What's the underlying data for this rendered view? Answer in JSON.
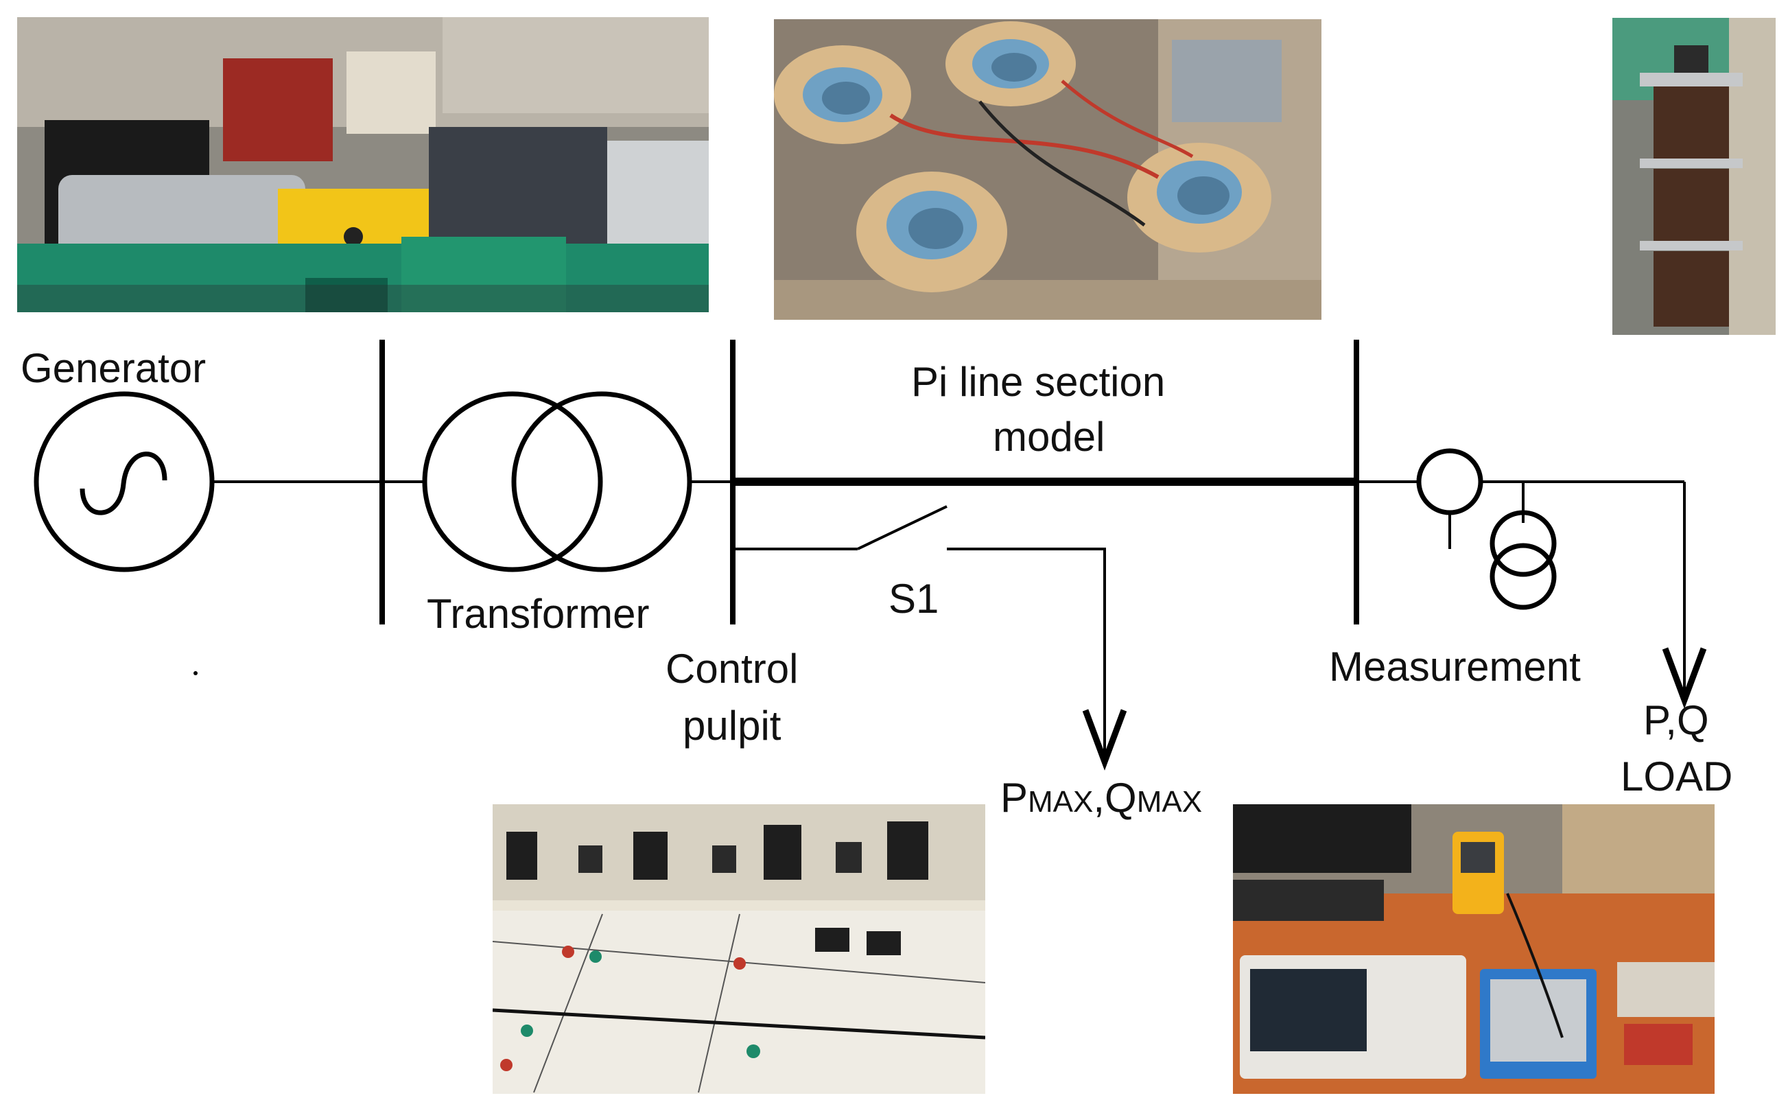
{
  "labels": {
    "generator": "Generator",
    "transformer": "Transformer",
    "control_line1": "Control",
    "control_line2": "pulpit",
    "pi_line1": "Pi line section",
    "pi_line2": "model",
    "switch": "S1",
    "measurement": "Measurement",
    "pmax_p": "P",
    "pmax_sub": "MAX",
    "pmax_sep": ",Q",
    "qmax_sub": "MAX",
    "load_line1": "P,Q",
    "load_line2": "LOAD"
  },
  "photos": {
    "generator": "generator-photo",
    "pi_line": "pi-line-inductors-photo",
    "load": "load-reactor-photo",
    "control": "control-pulpit-photo",
    "measurement": "measurement-equipment-photo"
  },
  "colors": {
    "line": "#000000",
    "motor_green": "#1e8a6a",
    "coupling_yellow": "#f2c518",
    "toroid_tan": "#d9b98a",
    "core_blue": "#6fa1c4",
    "panel_cream": "#e9e4d6",
    "desk_orange": "#c9672e",
    "analyzer_yellow": "#f3b21b"
  }
}
